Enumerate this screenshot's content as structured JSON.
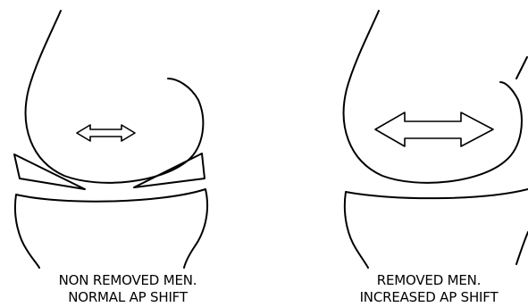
{
  "panels": [
    {
      "caption_line1": "NON REMOVED MEN.",
      "caption_line2": "NORMAL AP SHIFT"
    },
    {
      "caption_line1": "REMOVED MEN.",
      "caption_line2": "INCREASED AP SHIFT"
    }
  ],
  "colors": {
    "line": "#000000",
    "background": "#ffffff"
  }
}
